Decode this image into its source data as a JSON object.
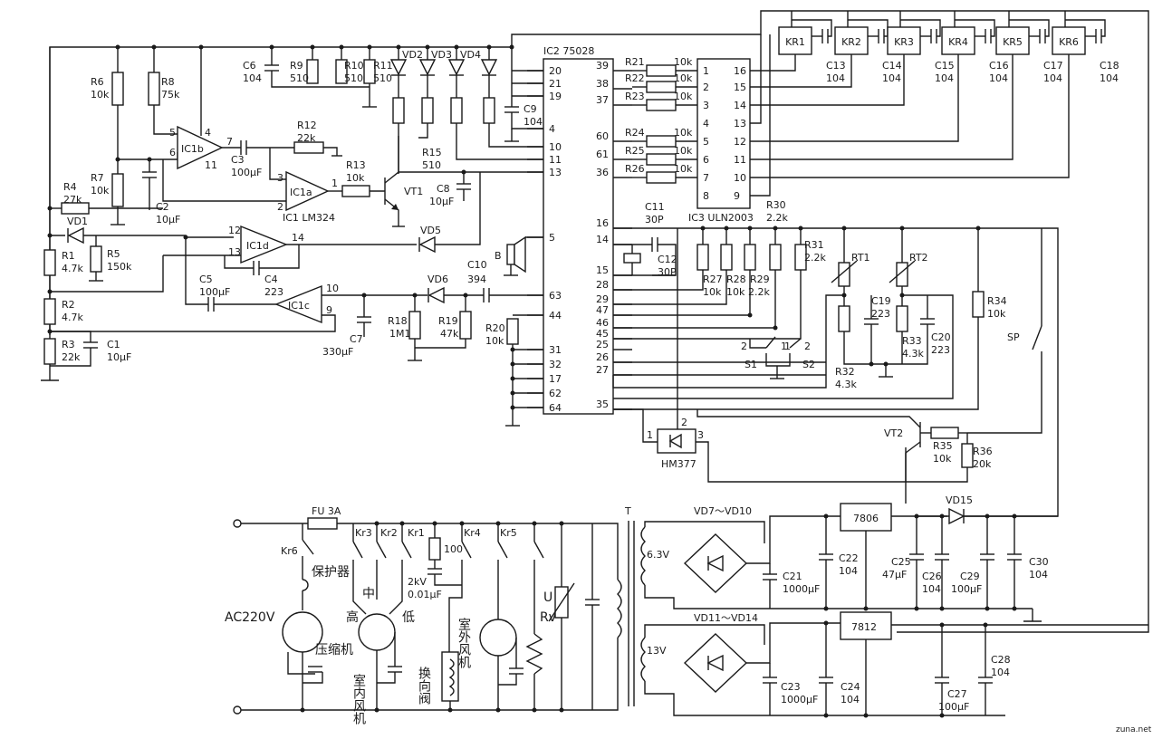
{
  "ic2": {
    "title": "IC2 75028",
    "left_pins": [
      "20",
      "21",
      "19",
      "4",
      "10",
      "11",
      "13",
      "5",
      "63",
      "44",
      "31",
      "32",
      "17",
      "62",
      "64"
    ],
    "right_pins": [
      "39",
      "38",
      "37",
      "60",
      "61",
      "36",
      "16",
      "14",
      "15",
      "28",
      "29",
      "47",
      "46",
      "45",
      "25",
      "26",
      "27",
      "35"
    ]
  },
  "ic3": {
    "title": "IC3 ULN2003",
    "left_pins": [
      "1",
      "2",
      "3",
      "4",
      "5",
      "6",
      "7",
      "8"
    ],
    "right_pins": [
      "16",
      "15",
      "14",
      "13",
      "12",
      "11",
      "10",
      "9"
    ]
  },
  "ic1": {
    "part": "IC1 LM324",
    "a": "IC1a",
    "b": "IC1b",
    "c": "IC1c",
    "d": "IC1d",
    "pins": {
      "p4": "4",
      "p5": "5",
      "p6": "6",
      "p7": "7",
      "p11": "11",
      "p1": "1",
      "p2": "2",
      "p3": "3",
      "p12": "12",
      "p13": "13",
      "p14": "14",
      "p10": "10",
      "p9": "9"
    }
  },
  "relays": [
    {
      "name": "KR1",
      "cap": "C13",
      "val": "104"
    },
    {
      "name": "KR2",
      "cap": "C14",
      "val": "104"
    },
    {
      "name": "KR3",
      "cap": "C15",
      "val": "104"
    },
    {
      "name": "KR4",
      "cap": "C16",
      "val": "104"
    },
    {
      "name": "KR5",
      "cap": "C17",
      "val": "104"
    },
    {
      "name": "KR6",
      "cap": "C18",
      "val": "104"
    }
  ],
  "res_ic3": [
    {
      "n": "R21",
      "v": "10k"
    },
    {
      "n": "R22",
      "v": "10k"
    },
    {
      "n": "R23",
      "v": "10k"
    },
    {
      "n": "R24",
      "v": "10k"
    },
    {
      "n": "R25",
      "v": "10k"
    },
    {
      "n": "R26",
      "v": "10k"
    }
  ],
  "parts": {
    "r6": "R6",
    "r6v": "10k",
    "r8": "R8",
    "r8v": "75k",
    "r7": "R7",
    "r7v": "10k",
    "r4": "R4",
    "r4v": "27k",
    "r5": "R5",
    "r5v": "150k",
    "r1": "R1",
    "r1v": "4.7k",
    "r2": "R2",
    "r2v": "4.7k",
    "r3": "R3",
    "r3v": "22k",
    "c1": "C1",
    "c1v": "10μF",
    "c2": "C2",
    "c2v": "10μF",
    "c3": "C3",
    "c3v": "100μF",
    "c4": "C4",
    "c4v": "223",
    "c5": "C5",
    "c5v": "100μF",
    "c6": "C6",
    "c6v": "104",
    "c7": "C7",
    "c7v": "330μF",
    "c8": "C8",
    "c8v": "10μF",
    "c9": "C9",
    "c9v": "104",
    "c10": "C10",
    "c10v": "394",
    "c11": "C11",
    "c11v": "30P",
    "c12": "C12",
    "c12v": "30P",
    "r9": "R9",
    "r9v": "510",
    "r10": "R10",
    "r10v": "510",
    "r11": "R11",
    "r11v": "510",
    "r12": "R12",
    "r12v": "22k",
    "r13": "R13",
    "r13v": "10k",
    "r15": "R15",
    "r15v": "510",
    "r18": "R18",
    "r18v": "1M1",
    "r19": "R19",
    "r19v": "47k",
    "r20": "R20",
    "r20v": "10k",
    "vd1": "VD1",
    "vd2": "VD2",
    "vd3": "VD3",
    "vd4": "VD4",
    "vd5": "VD5",
    "vd6": "VD6",
    "vt1": "VT1",
    "buzzer": "B",
    "r27": "R27",
    "r27v": "10k",
    "r28": "R28",
    "r28v": "10k",
    "r29": "R29",
    "r29v": "2.2k",
    "r30": "R30",
    "r30v": "2.2k",
    "r31": "R31",
    "r31v": "2.2k",
    "rt1": "RT1",
    "rt2": "RT2",
    "c19": "C19",
    "c19v": "223",
    "c20": "C20",
    "c20v": "223",
    "r32": "R32",
    "r32v": "4.3k",
    "r33": "R33",
    "r33v": "4.3k",
    "r34": "R34",
    "r34v": "10k",
    "s1": "S1",
    "s2": "S2",
    "s1a": "2",
    "s1b": "1",
    "s2a": "1",
    "s2b": "2",
    "sp": "SP",
    "hm": "HM377",
    "hm1": "1",
    "hm2": "2",
    "hm3": "3",
    "vt2": "VT2",
    "r35": "R35",
    "r35v": "10k",
    "r36": "R36",
    "r36v": "20k"
  },
  "power": {
    "fu": "FU 3A",
    "kr6": "Kr6",
    "kr3": "Kr3",
    "kr2": "Kr2",
    "kr1": "Kr1",
    "kr4": "Kr4",
    "kr5": "Kr5",
    "protector": "保护器",
    "ac": "AC220V",
    "compressor": "压缩机",
    "indoor_fan": "室内风机",
    "high": "高",
    "mid": "中",
    "low": "低",
    "valve": "换向阀",
    "outdoor_fan": "室外风机",
    "r100": "100",
    "cap_v": "2kV",
    "cap_val": "0.01μF",
    "u": "U",
    "rv": "Rv",
    "t": "T"
  },
  "supply": {
    "bridge1": "VD7～VD10",
    "bridge2": "VD11～VD14",
    "v1": "6.3V",
    "v2": "13V",
    "reg1": "7806",
    "reg2": "7812",
    "vd15": "VD15",
    "c21": "C21",
    "c21v": "1000μF",
    "c22": "C22",
    "c22v": "104",
    "c23": "C23",
    "c23v": "1000μF",
    "c24": "C24",
    "c24v": "104",
    "c25": "C25",
    "c25v": "47μF",
    "c26": "C26",
    "c26v": "104",
    "c27": "C27",
    "c27v": "100μF",
    "c28": "C28",
    "c28v": "104",
    "c29": "C29",
    "c29v": "100μF",
    "c30": "C30",
    "c30v": "104"
  },
  "watermark": "zuna.net"
}
